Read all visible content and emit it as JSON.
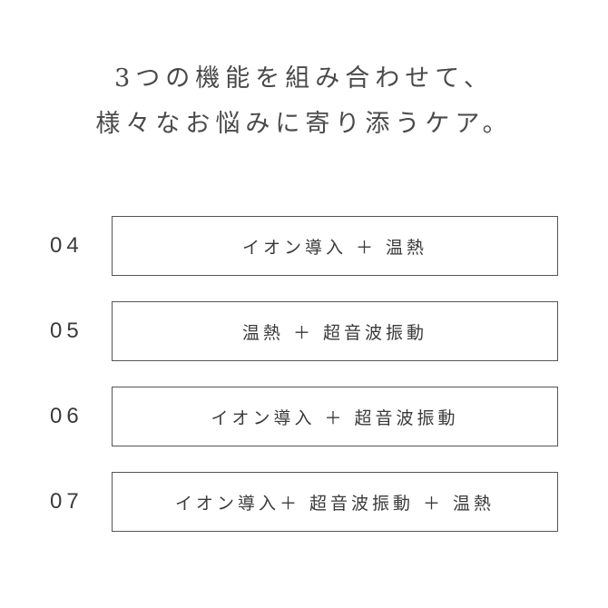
{
  "heading": {
    "line1": "3つの機能を組み合わせて、",
    "line2": "様々なお悩みに寄り添うケア。"
  },
  "items": [
    {
      "number": "04",
      "label": "イオン導入 ＋ 温熱"
    },
    {
      "number": "05",
      "label": "温熱 ＋ 超音波振動"
    },
    {
      "number": "06",
      "label": "イオン導入 ＋ 超音波振動"
    },
    {
      "number": "07",
      "label": "イオン導入＋ 超音波振動 ＋ 温熱"
    }
  ]
}
